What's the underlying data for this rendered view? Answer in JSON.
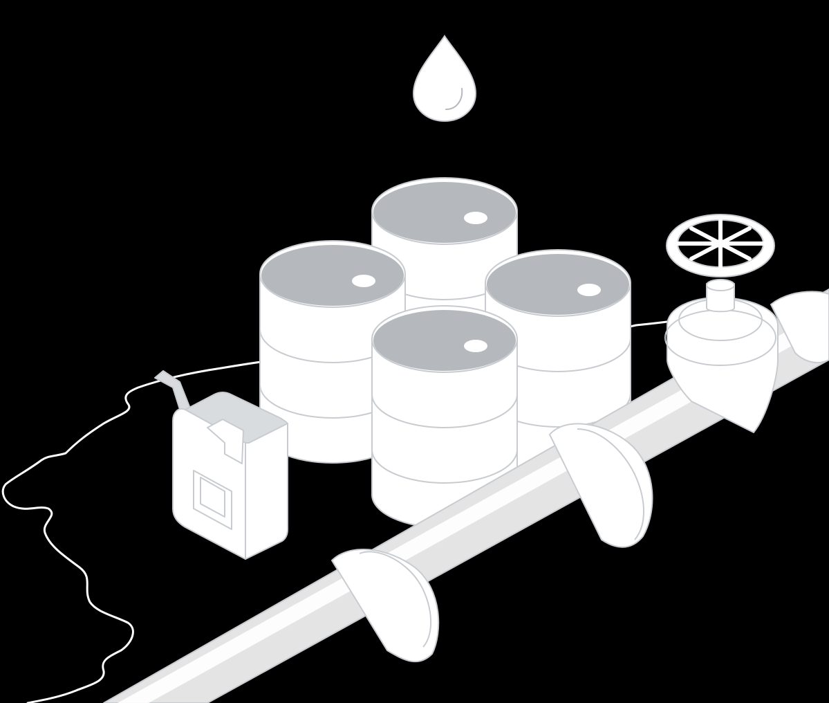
{
  "illustration": {
    "background_color": "#000000",
    "outline_color": "#cfd2d6",
    "fill_light": "#ffffff",
    "fill_pipe": "#e4e4e4",
    "fill_lid": "#b5b9bd",
    "elements": [
      "oil-drop-icon",
      "oil-barrel-back",
      "oil-barrel-left",
      "oil-barrel-right",
      "oil-barrel-front",
      "jerry-can-icon",
      "pipeline",
      "pipeline-valve-wheel",
      "map-border-line"
    ]
  }
}
